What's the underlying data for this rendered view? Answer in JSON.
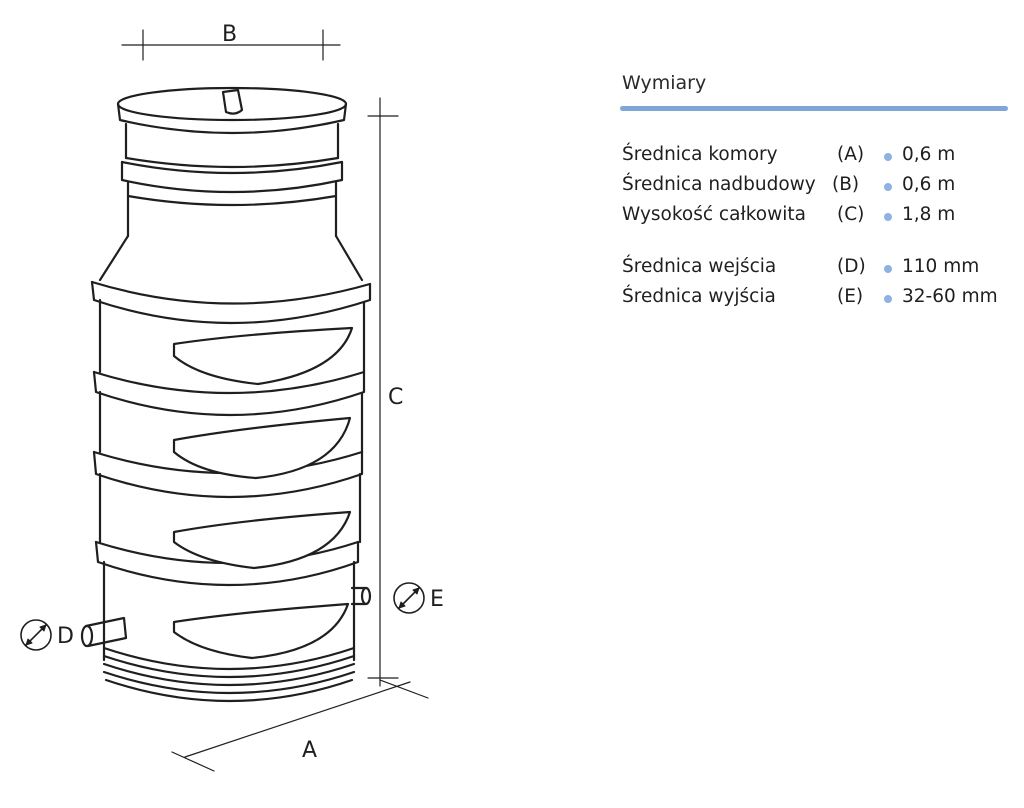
{
  "diagram": {
    "labels": {
      "a": "A",
      "b": "B",
      "c": "C",
      "d": "D",
      "e": "E"
    }
  },
  "specs": {
    "title": "Wymiary",
    "accent_color": "#7fa6d6",
    "bullet_color": "#8eb3e2",
    "rows": [
      {
        "name": "Średnica komory",
        "letter": "(A)",
        "value": "0,6 m"
      },
      {
        "name": "Średnica nadbudowy",
        "letter": "(B)",
        "value": "0,6 m"
      },
      {
        "name": "Wysokość całkowita",
        "letter": "(C)",
        "value": "1,8 m"
      },
      {
        "name": "Średnica wejścia",
        "letter": "(D)",
        "value": "110 mm"
      },
      {
        "name": "Średnica wyjścia",
        "letter": "(E)",
        "value": "32-60 mm"
      }
    ]
  }
}
